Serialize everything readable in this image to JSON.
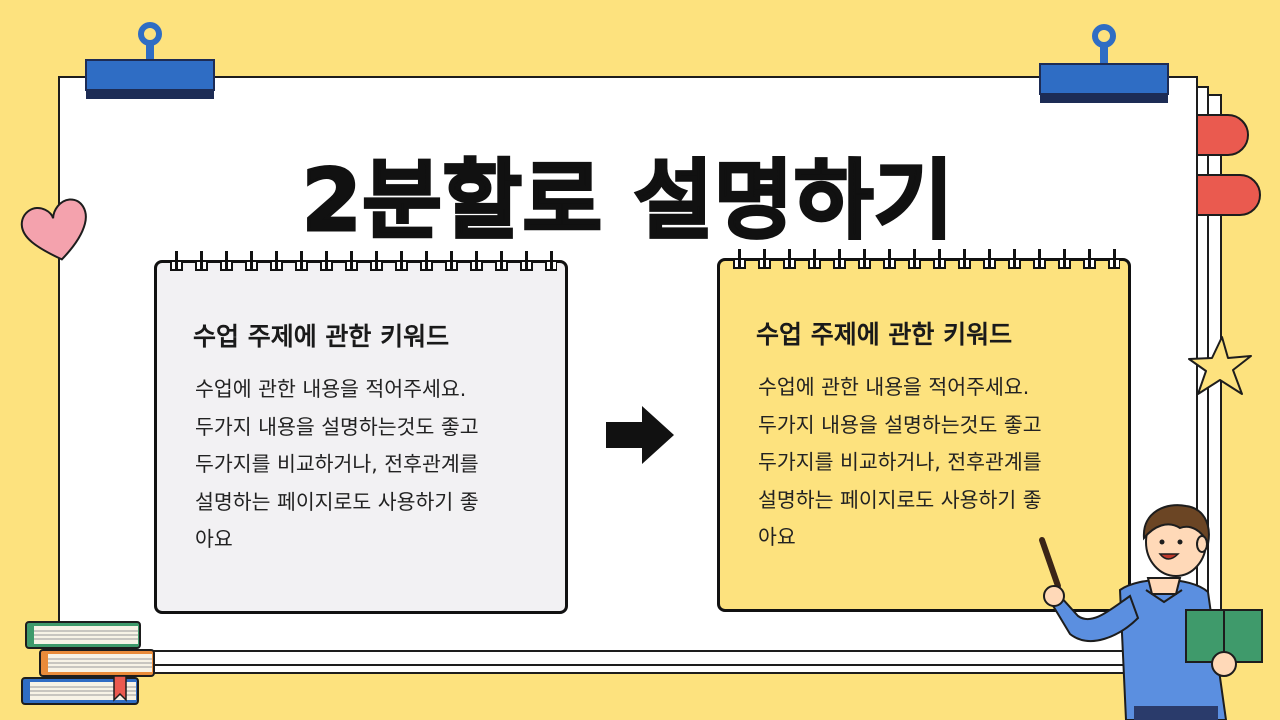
{
  "slide": {
    "title": "2분할로 설명하기",
    "colors": {
      "background": "#fde27e",
      "left_panel": "#f2f1f3",
      "right_panel": "#fde27e",
      "clip_blue": "#2f6dc4",
      "tab_red": "#ea5a4f",
      "heart_pink": "#f4a2ad"
    },
    "left_panel": {
      "heading": "수업 주제에 관한 키워드",
      "lines": [
        "수업에 관한 내용을 적어주세요.",
        "두가지 내용을 설명하는것도 좋고",
        "두가지를 비교하거나, 전후관계를",
        "설명하는 페이지로도 사용하기 좋",
        "아요"
      ]
    },
    "right_panel": {
      "heading": "수업 주제에 관한 키워드",
      "lines": [
        "수업에 관한 내용을 적어주세요.",
        "두가지 내용을 설명하는것도 좋고",
        "두가지를 비교하거나, 전후관계를",
        "설명하는 페이지로도 사용하기 좋",
        "아요"
      ]
    },
    "icons": {
      "arrow": "arrow-right-icon",
      "heart": "heart-icon",
      "star": "star-icon",
      "books": "book-stack-icon",
      "teacher": "teacher-illustration",
      "clips": "binder-clip-icon"
    }
  }
}
